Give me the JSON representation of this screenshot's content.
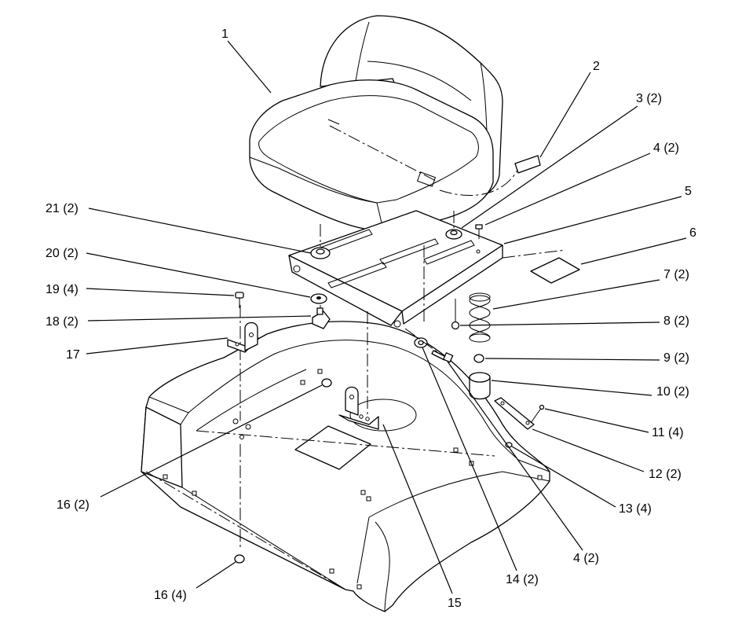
{
  "callouts": [
    {
      "id": "c1",
      "label": "1"
    },
    {
      "id": "c2",
      "label": "2"
    },
    {
      "id": "c3",
      "label": "3 (2)"
    },
    {
      "id": "c4a",
      "label": "4 (2)"
    },
    {
      "id": "c5",
      "label": "5"
    },
    {
      "id": "c6",
      "label": "6"
    },
    {
      "id": "c7",
      "label": "7 (2)"
    },
    {
      "id": "c8",
      "label": "8 (2)"
    },
    {
      "id": "c9",
      "label": "9 (2)"
    },
    {
      "id": "c10",
      "label": "10 (2)"
    },
    {
      "id": "c11",
      "label": "11 (4)"
    },
    {
      "id": "c12",
      "label": "12 (2)"
    },
    {
      "id": "c13",
      "label": "13 (4)"
    },
    {
      "id": "c4b",
      "label": "4 (2)"
    },
    {
      "id": "c14",
      "label": "14 (2)"
    },
    {
      "id": "c15",
      "label": "15"
    },
    {
      "id": "c16a",
      "label": "16 (4)"
    },
    {
      "id": "c16b",
      "label": "16 (2)"
    },
    {
      "id": "c17",
      "label": "17"
    },
    {
      "id": "c18",
      "label": "18 (2)"
    },
    {
      "id": "c19",
      "label": "19 (4)"
    },
    {
      "id": "c20",
      "label": "20 (2)"
    },
    {
      "id": "c21",
      "label": "21 (2)"
    }
  ]
}
